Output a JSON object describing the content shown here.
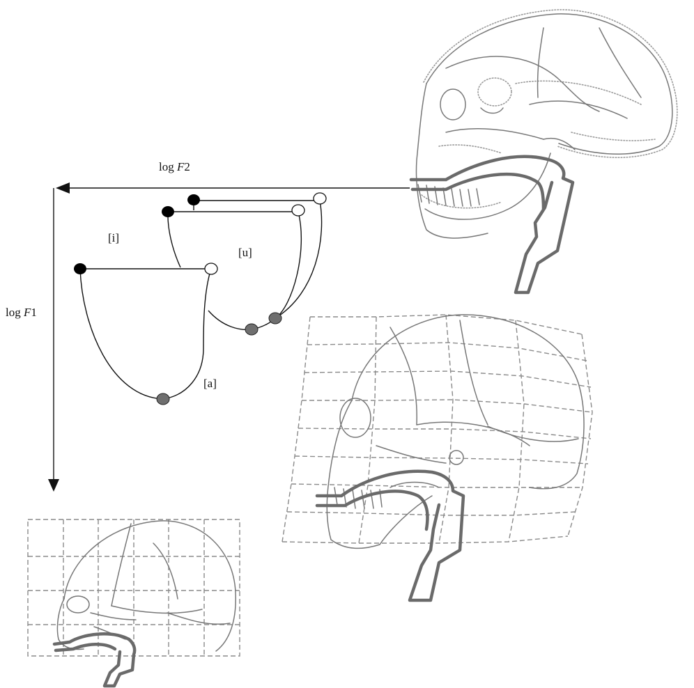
{
  "axes": {
    "f2_label": "log ",
    "f2_symbol": "F",
    "f2_index": "2",
    "f1_label": "log ",
    "f1_symbol": "F",
    "f1_index": "1"
  },
  "vowels": {
    "i": "[i]",
    "u": "[u]",
    "a": "[a]"
  },
  "colors": {
    "ink": "#111111",
    "point_i": "#000000",
    "point_u": "#ffffff",
    "point_a": "#6f6f6f",
    "skull_line": "#6e6e6e"
  },
  "figures": [
    "adult-skull-with-vocal-tract",
    "fossil-skull-with-grid-and-vocal-tract",
    "infant-skull-with-grid-and-vocal-tract"
  ]
}
